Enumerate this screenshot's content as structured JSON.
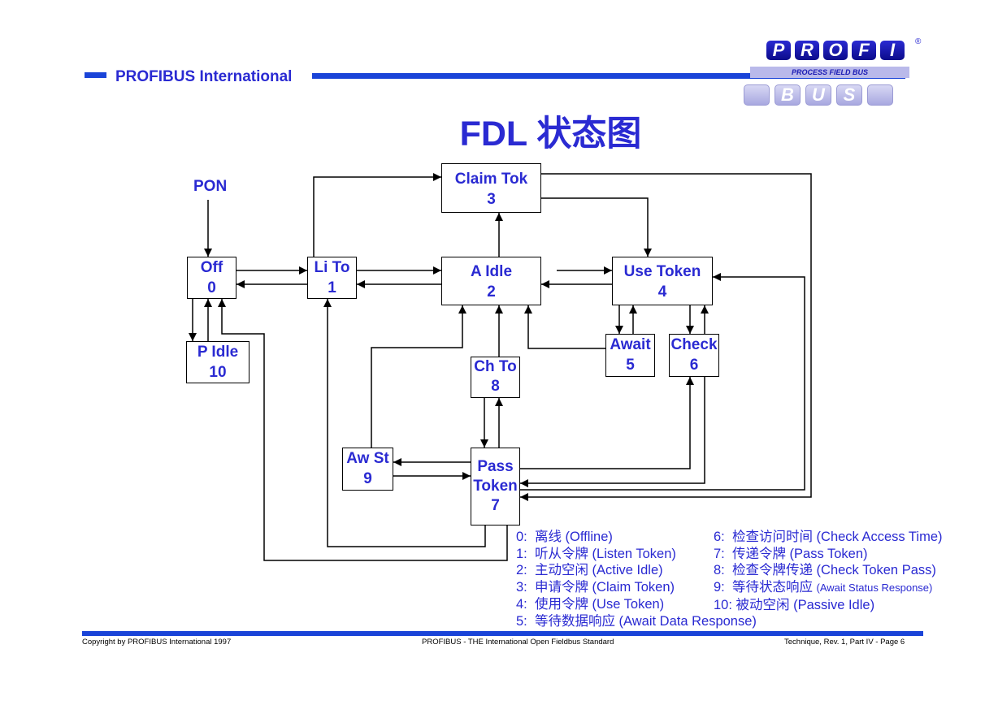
{
  "header": {
    "org_name": "PROFIBUS International",
    "title": "FDL 状态图"
  },
  "logo": {
    "letters_top": [
      "P",
      "R",
      "O",
      "F",
      "I"
    ],
    "band_text": "PROCESS FIELD BUS",
    "letters_bottom": [
      "B",
      "U",
      "S"
    ],
    "registered": "®"
  },
  "diagram": {
    "start_label": "PON",
    "states": [
      {
        "id": "0",
        "line1": "Off",
        "line2": "0"
      },
      {
        "id": "1",
        "line1": "Li To",
        "line2": "1"
      },
      {
        "id": "2",
        "line1": "A Idle",
        "line2": "2"
      },
      {
        "id": "3",
        "line1": "Claim Tok",
        "line2": "3"
      },
      {
        "id": "4",
        "line1": "Use Token",
        "line2": "4"
      },
      {
        "id": "5",
        "line1": "Await",
        "line2": "5"
      },
      {
        "id": "6",
        "line1": "Check",
        "line2": "6"
      },
      {
        "id": "7",
        "line1": "Pass",
        "line2": "Token",
        "line3": "7"
      },
      {
        "id": "8",
        "line1": "Ch To",
        "line2": "8"
      },
      {
        "id": "9",
        "line1": "Aw St",
        "line2": "9"
      },
      {
        "id": "10",
        "line1": "P Idle",
        "line2": "10"
      }
    ]
  },
  "legend": {
    "left": [
      {
        "num": "0:",
        "zh": "离线",
        "en": "(Offline)"
      },
      {
        "num": "1:",
        "zh": "听从令牌",
        "en": "(Listen Token)"
      },
      {
        "num": "2:",
        "zh": "主动空闲",
        "en": "(Active Idle)"
      },
      {
        "num": "3:",
        "zh": "申请令牌",
        "en": "(Claim Token)"
      },
      {
        "num": "4:",
        "zh": "使用令牌",
        "en": "(Use Token)"
      },
      {
        "num": "5:",
        "zh": "等待数据响应",
        "en": "(Await Data Response)"
      }
    ],
    "right": [
      {
        "num": "6:",
        "zh": "检查访问时间",
        "en": "(Check Access Time)"
      },
      {
        "num": "7:",
        "zh": "传递令牌",
        "en": "(Pass Token)"
      },
      {
        "num": "8:",
        "zh": "检查令牌传递",
        "en": "(Check Token Pass)"
      },
      {
        "num": "9:",
        "zh": "等待状态响应",
        "en": "(Await Status Response)"
      },
      {
        "num": "10:",
        "zh": "被动空闲",
        "en": "(Passive Idle)"
      }
    ]
  },
  "footer": {
    "left": "Copyright by PROFIBUS International 1997",
    "center": "PROFIBUS - THE International Open Fieldbus Standard",
    "right": "Technique, Rev. 1, Part IV - Page 6"
  }
}
